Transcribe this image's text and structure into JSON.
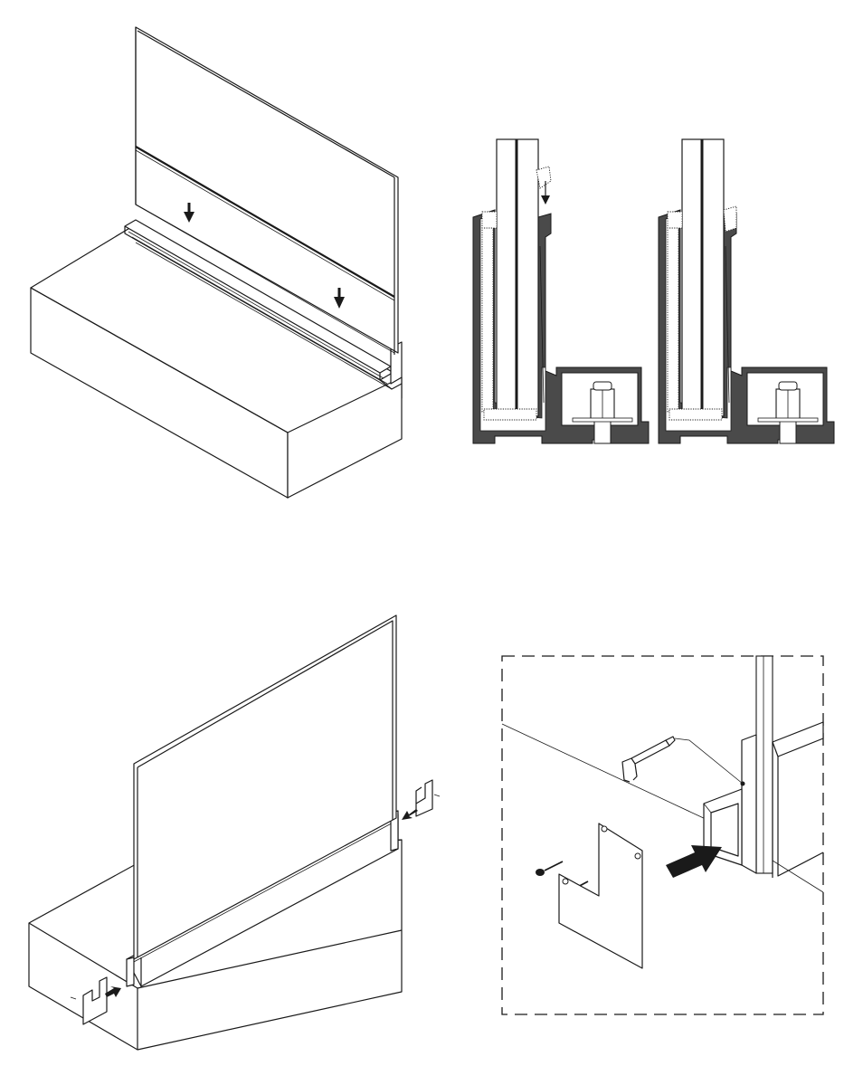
{
  "figures": [
    {
      "name": "step-glass-insertion",
      "arrows": 2
    },
    {
      "name": "step-wedge-section",
      "views": 2
    },
    {
      "name": "step-end-cap-attach",
      "arrows": 2
    },
    {
      "name": "step-end-cap-detail",
      "frame": "dashed"
    }
  ],
  "colors": {
    "line": "#1a1a1a",
    "profile": "#4a4a4a",
    "background": "#ffffff"
  }
}
